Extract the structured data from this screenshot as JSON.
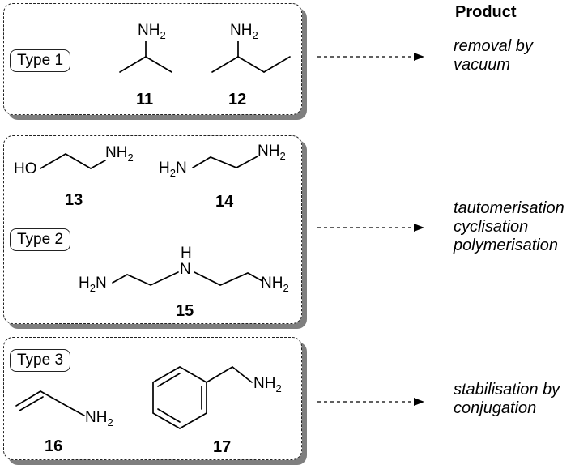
{
  "header": {
    "product": "Product"
  },
  "panels": [
    {
      "type_label": "Type 1",
      "products": [
        "removal by",
        "vacuum"
      ]
    },
    {
      "type_label": "Type 2",
      "products": [
        "tautomerisation",
        "cyclisation",
        "polymerisation"
      ]
    },
    {
      "type_label": "Type 3",
      "products": [
        "stabilisation by",
        "conjugation"
      ]
    }
  ],
  "compounds": {
    "c11": {
      "number": "11",
      "amine": "NH",
      "amine_sub": "2"
    },
    "c12": {
      "number": "12",
      "amine": "NH",
      "amine_sub": "2"
    },
    "c13": {
      "number": "13",
      "oh": "HO",
      "amine": "NH",
      "amine_sub": "2"
    },
    "c14": {
      "number": "14",
      "amine_left": "H",
      "amine_left_sub": "2",
      "amine_left_n": "N",
      "amine": "NH",
      "amine_sub": "2"
    },
    "c15": {
      "number": "15",
      "amine_left": "H",
      "amine_left_sub": "2",
      "amine_left_n": "N",
      "nh_h": "H",
      "nh_n": "N",
      "amine": "NH",
      "amine_sub": "2"
    },
    "c16": {
      "number": "16",
      "amine": "NH",
      "amine_sub": "2"
    },
    "c17": {
      "number": "17",
      "amine": "NH",
      "amine_sub": "2"
    }
  }
}
